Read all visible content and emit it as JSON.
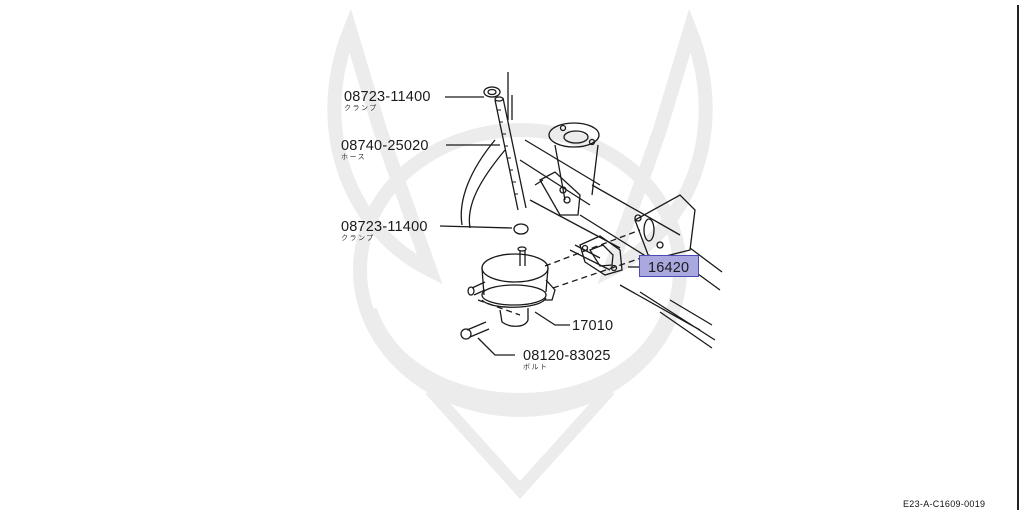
{
  "diagram": {
    "type": "exploded parts diagram",
    "subject": "fuel pump assembly with hose and clamps",
    "highlight_color": "#a9a9e0",
    "highlight_border": "#4a4ab8",
    "figure_id": "E23-A-C1609-0019"
  },
  "callouts": [
    {
      "part_number": "08723-11400",
      "name_jp": "クランプ",
      "part": "clamp (upper)"
    },
    {
      "part_number": "08740-25020",
      "name_jp": "ホース",
      "part": "hose"
    },
    {
      "part_number": "08723-11400",
      "name_jp": "クランプ",
      "part": "clamp (lower)"
    },
    {
      "part_number": "16420",
      "name_jp": "",
      "part": "gasket / insulator",
      "highlighted": true
    },
    {
      "part_number": "17010",
      "name_jp": "",
      "part": "fuel pump"
    },
    {
      "part_number": "08120-83025",
      "name_jp": "ボルト",
      "part": "bolt"
    }
  ]
}
